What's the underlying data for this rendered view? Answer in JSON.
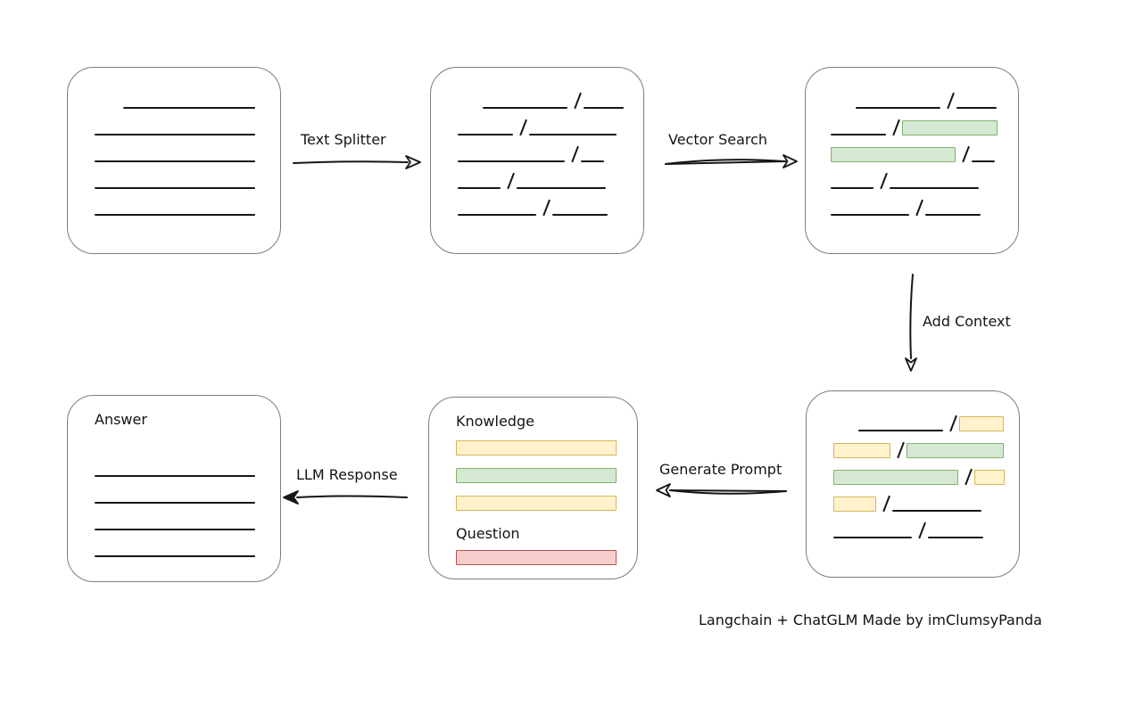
{
  "caption": "Langchain + ChatGLM Made by imClumsyPanda",
  "colors": {
    "green_fill": "#d5e8d4",
    "green_border": "#82b366",
    "yellow_fill": "#fff2cc",
    "yellow_border": "#d6b656",
    "red_fill": "#f8cecc",
    "red_border": "#b85450",
    "line": "#161616",
    "box_border": "#7d7d7d"
  },
  "arrows": {
    "text_splitter": {
      "label": "Text Splitter"
    },
    "vector_search": {
      "label": "Vector Search"
    },
    "add_context": {
      "label": "Add Context"
    },
    "generate_prompt": {
      "label": "Generate Prompt"
    },
    "llm_response": {
      "label": "LLM Response"
    }
  },
  "boxes": {
    "document": {
      "rows": [
        [
          [
            "g",
            32
          ],
          [
            "l",
            148
          ]
        ],
        [
          [
            "l",
            180
          ]
        ],
        [
          [
            "l",
            180
          ]
        ],
        [
          [
            "l",
            180
          ]
        ],
        [
          [
            "l",
            180
          ]
        ]
      ]
    },
    "split_text": {
      "rows": [
        [
          [
            "g",
            28
          ],
          [
            "l",
            95
          ],
          [
            "s"
          ],
          [
            "l",
            45
          ]
        ],
        [
          [
            "l",
            62
          ],
          [
            "s"
          ],
          [
            "l",
            98
          ]
        ],
        [
          [
            "l",
            120
          ],
          [
            "s"
          ],
          [
            "l",
            26
          ]
        ],
        [
          [
            "l",
            48
          ],
          [
            "s"
          ],
          [
            "l",
            100
          ]
        ],
        [
          [
            "l",
            88
          ],
          [
            "s"
          ],
          [
            "l",
            62
          ]
        ]
      ]
    },
    "retrieved": {
      "rows": [
        [
          [
            "g",
            28
          ],
          [
            "l",
            95
          ],
          [
            "s"
          ],
          [
            "l",
            45
          ]
        ],
        [
          [
            "l",
            62
          ],
          [
            "s"
          ],
          [
            "b",
            "green",
            105
          ]
        ],
        [
          [
            "b",
            "green",
            138
          ],
          [
            "s"
          ],
          [
            "l",
            26
          ]
        ],
        [
          [
            "l",
            48
          ],
          [
            "s"
          ],
          [
            "l",
            100
          ]
        ],
        [
          [
            "l",
            88
          ],
          [
            "s"
          ],
          [
            "l",
            62
          ]
        ]
      ]
    },
    "context": {
      "rows": [
        [
          [
            "g",
            28
          ],
          [
            "l",
            95
          ],
          [
            "s"
          ],
          [
            "b",
            "yellow",
            48
          ]
        ],
        [
          [
            "b",
            "yellow",
            62
          ],
          [
            "s"
          ],
          [
            "b",
            "green",
            107
          ]
        ],
        [
          [
            "b",
            "green",
            138
          ],
          [
            "s"
          ],
          [
            "b",
            "yellow",
            32
          ]
        ],
        [
          [
            "b",
            "yellow",
            46
          ],
          [
            "s"
          ],
          [
            "l",
            100
          ]
        ],
        [
          [
            "l",
            88
          ],
          [
            "s"
          ],
          [
            "l",
            62
          ]
        ]
      ]
    },
    "prompt": {
      "knowledge_label": "Knowledge",
      "question_label": "Question",
      "knowledge_rows": [
        [
          [
            "b",
            "yellow",
            178
          ]
        ],
        [
          [
            "b",
            "green",
            178
          ]
        ],
        [
          [
            "b",
            "yellow",
            178
          ]
        ]
      ],
      "question_rows": [
        [
          [
            "b",
            "red",
            178
          ]
        ]
      ]
    },
    "answer": {
      "label": "Answer",
      "rows": [
        [
          [
            "l",
            180
          ]
        ],
        [
          [
            "l",
            180
          ]
        ],
        [
          [
            "l",
            180
          ]
        ],
        [
          [
            "l",
            180
          ]
        ]
      ]
    }
  }
}
